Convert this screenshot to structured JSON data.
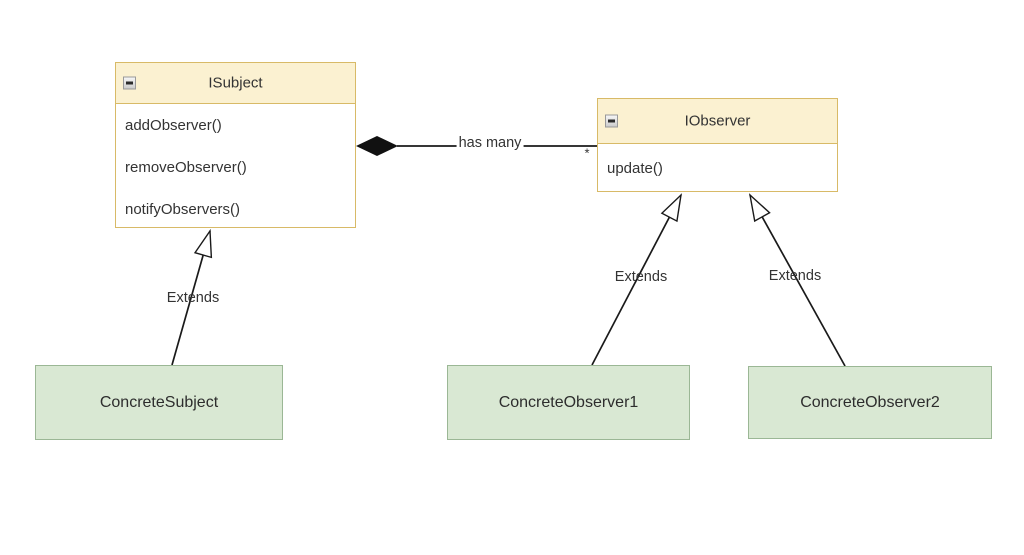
{
  "classes": {
    "isubject": {
      "title": "ISubject",
      "methods": [
        "addObserver()",
        "removeObserver()",
        "notifyObservers()"
      ]
    },
    "iobserver": {
      "title": "IObserver",
      "methods": [
        "update()"
      ]
    },
    "concrete_subject": {
      "label": "ConcreteSubject"
    },
    "concrete_observer1": {
      "label": "ConcreteObserver1"
    },
    "concrete_observer2": {
      "label": "ConcreteObserver2"
    }
  },
  "edges": {
    "has_many": {
      "label": "has many",
      "multiplicity": "*",
      "type": "composition"
    },
    "extends_subject": {
      "label": "Extends",
      "type": "generalization"
    },
    "extends_observer1": {
      "label": "Extends",
      "type": "generalization"
    },
    "extends_observer2": {
      "label": "Extends",
      "type": "generalization"
    }
  },
  "colors": {
    "interface_header_fill": "#fbf1d1",
    "interface_border": "#d8ba67",
    "interface_body_fill": "#ffffff",
    "class_fill": "#d9e8d3",
    "class_border": "#9bb795",
    "connector": "#1a1a1a",
    "text": "#333333"
  }
}
